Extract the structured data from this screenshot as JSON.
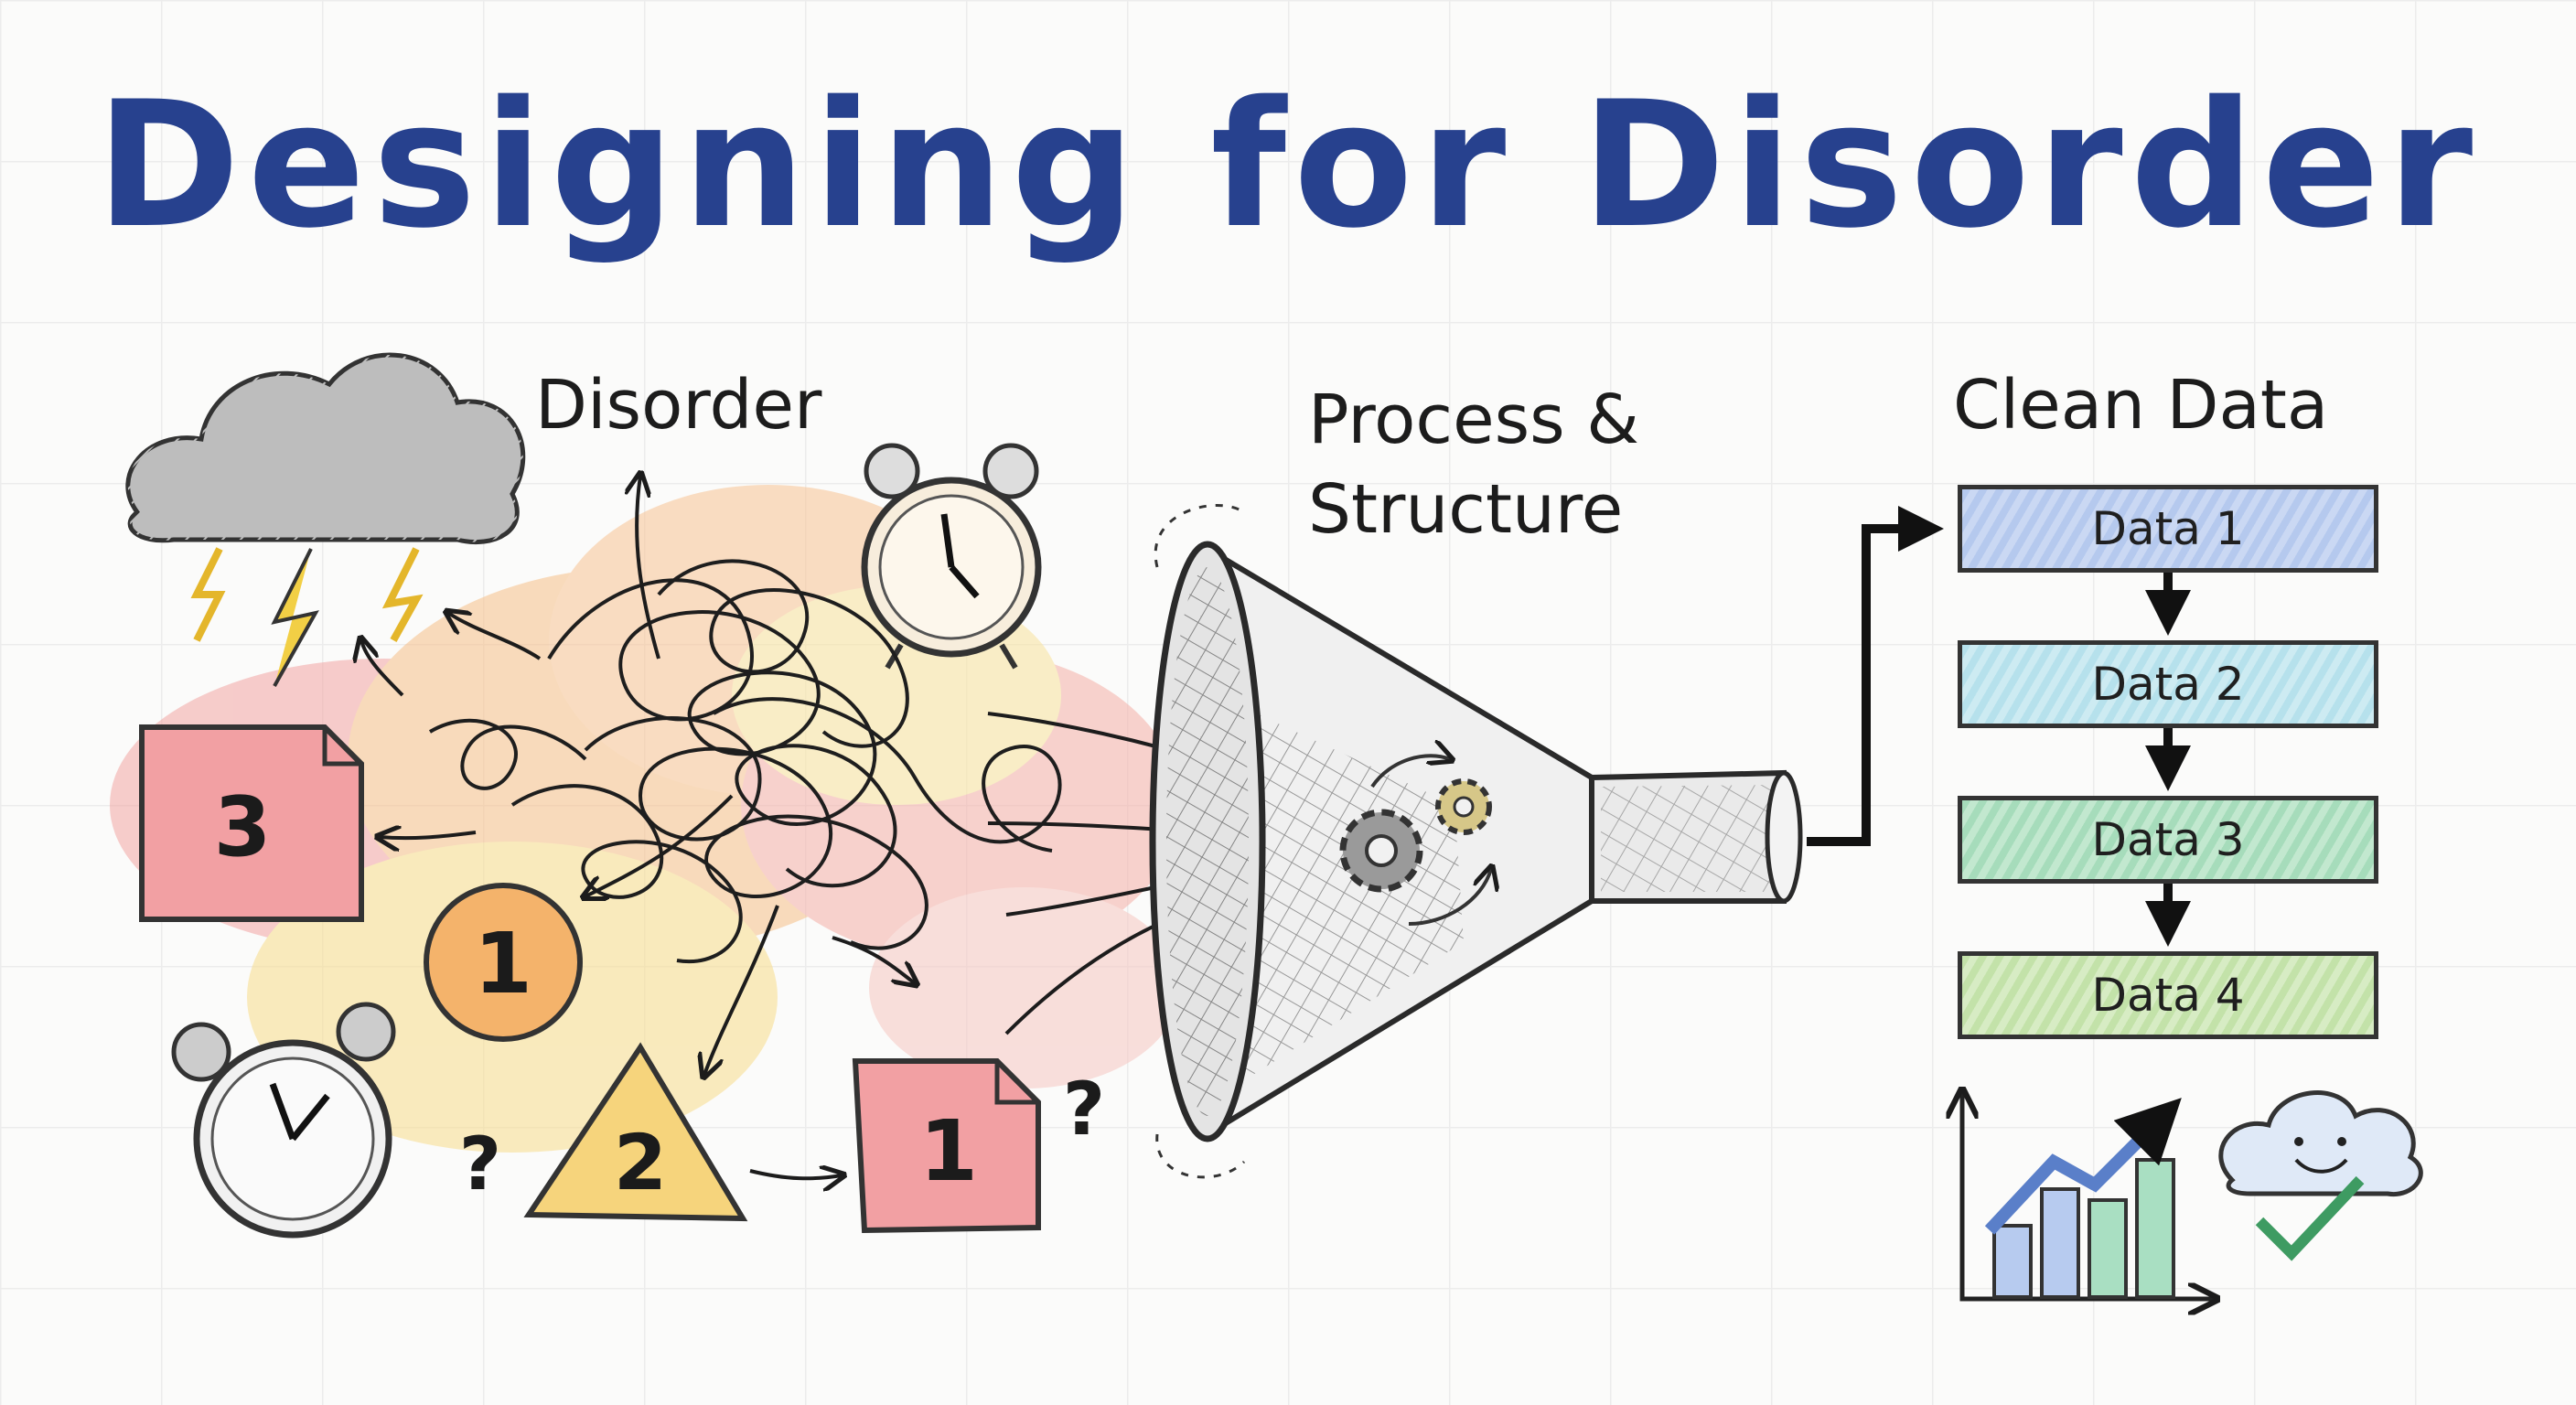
{
  "title": "Designing for Disorder",
  "labels": {
    "disorder": "Disorder",
    "process_line1": "Process &",
    "process_line2": "Structure",
    "clean_data": "Clean Data"
  },
  "data_boxes": [
    "Data 1",
    "Data 2",
    "Data 3",
    "Data 4"
  ],
  "chaos_items": {
    "note_top": "3",
    "circle": "1",
    "triangle": "2",
    "note_bottom": "1",
    "question_mark": "?"
  },
  "icons": [
    "storm-cloud-icon",
    "alarm-clock-icon",
    "funnel-icon",
    "gear-icon",
    "bar-chart-icon",
    "happy-cloud-icon",
    "check-icon"
  ],
  "colors": {
    "title": "#27418e",
    "ink": "#1c1c1c",
    "red_wash": "#f2a5a3",
    "orange_wash": "#f7c088",
    "yellow_wash": "#f8dd8a",
    "blue_box": "#b5c9ee",
    "teal_box": "#b6e1ec",
    "green_box": "#a6dcbb",
    "lime_box": "#c3e2a9"
  }
}
